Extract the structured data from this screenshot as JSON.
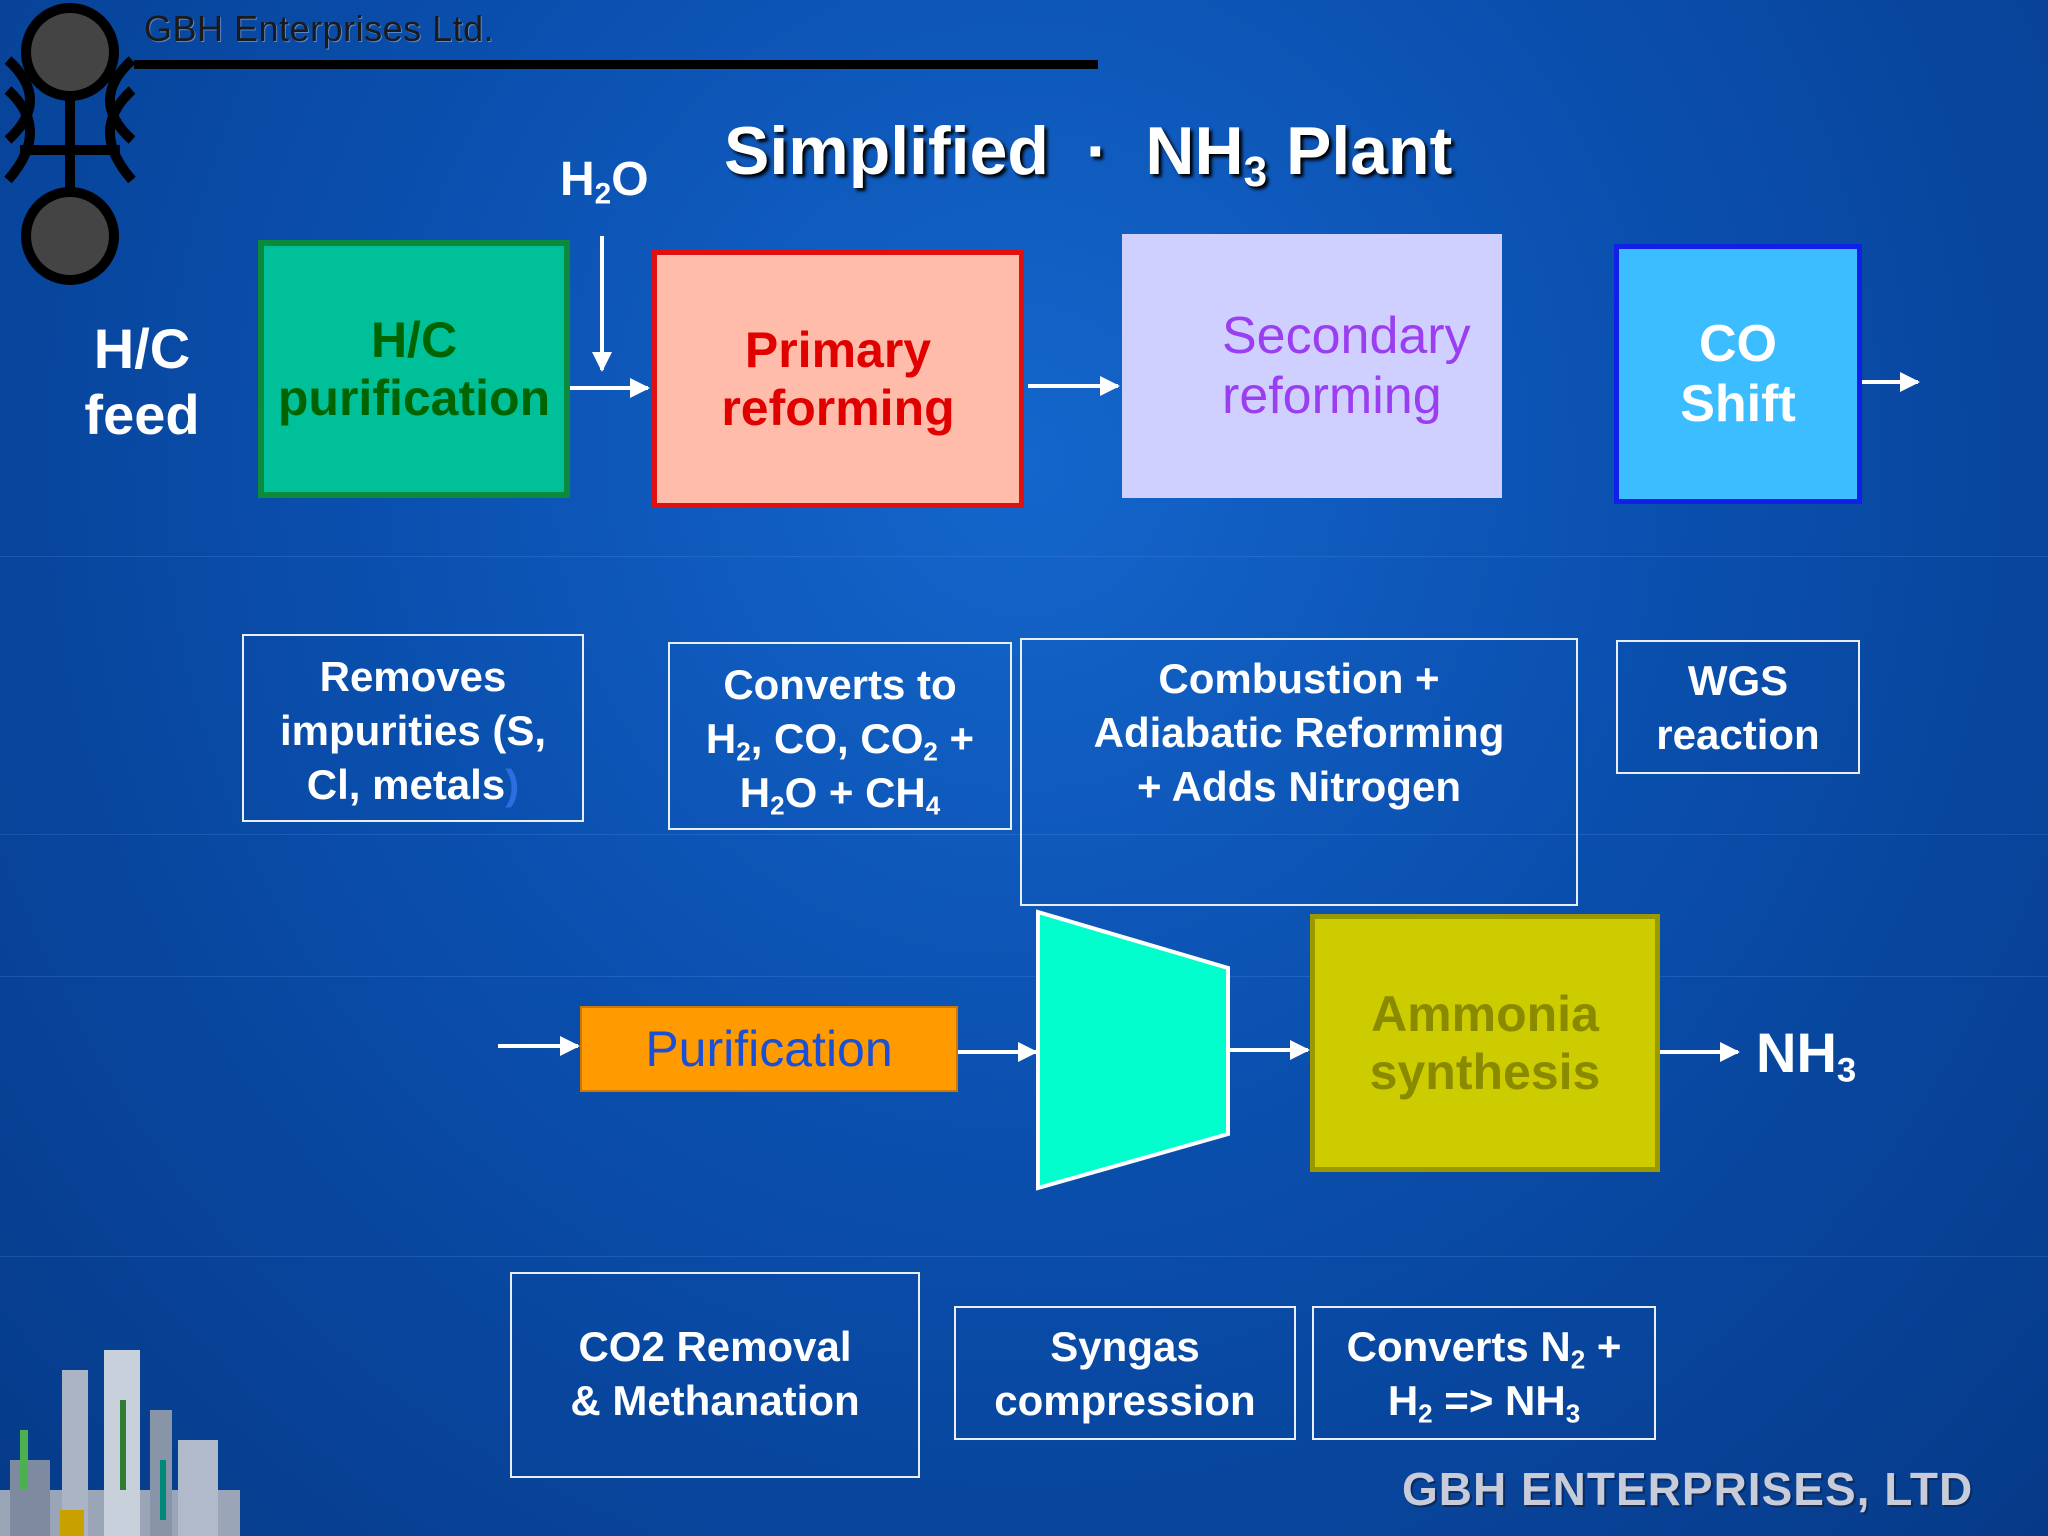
{
  "header": {
    "company": "GBH Enterprises Ltd.",
    "title_prefix": "Simplified",
    "title_sep": "·",
    "title_main": "NH",
    "title_sub": "3",
    "title_suffix": " Plant"
  },
  "inputs": {
    "feed_line1": "H/C",
    "feed_line2": "feed",
    "water_main": "H",
    "water_sub": "2",
    "water_end": "O"
  },
  "units": {
    "hc_purification": [
      "H/C",
      "purification"
    ],
    "primary_reforming": [
      "Primary",
      "reforming"
    ],
    "secondary_reforming": [
      "Secondary",
      "reforming"
    ],
    "co_shift": [
      "CO",
      "Shift"
    ],
    "purification": "Purification",
    "ammonia_synthesis": [
      "Ammonia",
      "synthesis"
    ]
  },
  "descriptions": {
    "hc": [
      "Removes",
      "impurities (S,",
      "Cl, metals"
    ],
    "hc_paren": ")",
    "primary": {
      "l1": "Converts to",
      "l2": [
        "H",
        "2",
        ", CO, CO",
        "2",
        " +"
      ],
      "l3": [
        "H",
        "2",
        "O + CH",
        "4"
      ]
    },
    "secondary": [
      "Combustion +",
      "Adiabatic Reforming",
      "+ Adds Nitrogen"
    ],
    "shift": [
      "WGS",
      "reaction"
    ],
    "co2": [
      "CO2 Removal",
      "& Methanation"
    ],
    "syngas": [
      "Syngas",
      "compression"
    ],
    "ammonia": {
      "l1": [
        "Converts N",
        "2",
        " +"
      ],
      "l2": [
        "H",
        "2",
        " => NH",
        "3"
      ]
    }
  },
  "outputs": {
    "nh3_main": "NH",
    "nh3_sub": "3"
  },
  "footer": "GBH ENTERPRISES, LTD",
  "colors": {
    "background": "#0a4fae",
    "hc_box": "#00c09a",
    "primary_box": "#ffbcaa",
    "secondary_box": "#cfd0ff",
    "shift_box": "#3cbdff",
    "purification_box": "#ff9a00",
    "compressor": "#00ffcc",
    "ammonia_box": "#cccc00"
  }
}
